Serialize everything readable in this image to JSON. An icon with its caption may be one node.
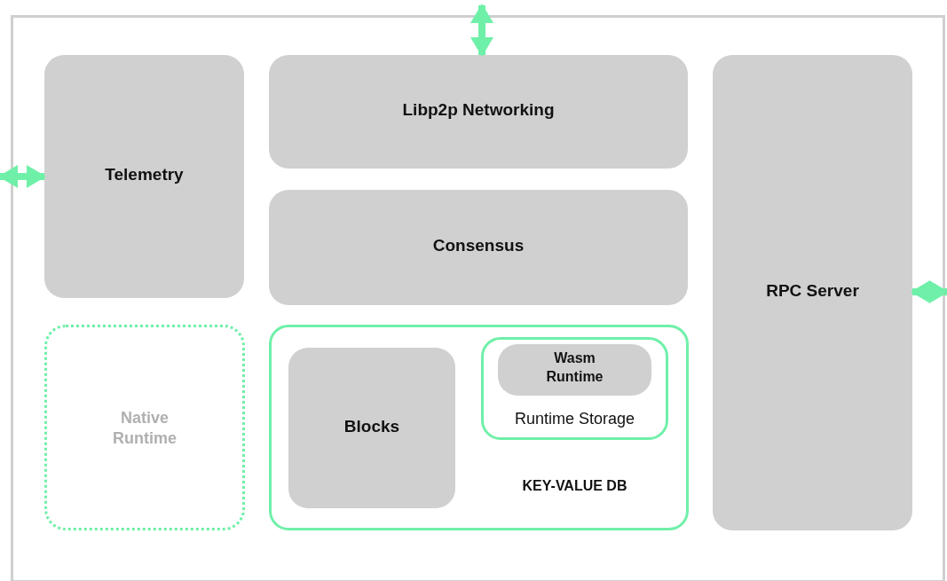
{
  "diagram": {
    "nodes": [
      {
        "text": [
          "Telemetry"
        ]
      },
      {
        "text": [
          "Libp2p Networking"
        ]
      },
      {
        "text": [
          "RPC Server"
        ]
      },
      {
        "text": [
          "Consensus"
        ]
      },
      {
        "text": [
          "Native Runtime"
        ]
      },
      {
        "text": [
          "KEY-VALUE DB"
        ]
      },
      {
        "text": [
          "Blocks"
        ],
        "in": 5
      },
      {
        "text": [
          "Runtime Storage"
        ],
        "in": 5
      },
      {
        "text": [
          "Wasm Runtime"
        ],
        "in": 7
      }
    ],
    "edges": [
      {
        "from": null,
        "to": 1,
        "arrow": "both"
      },
      {
        "from": null,
        "to": 0,
        "arrow": "both"
      },
      {
        "from": null,
        "to": 2,
        "arrow": "both"
      }
    ]
  }
}
